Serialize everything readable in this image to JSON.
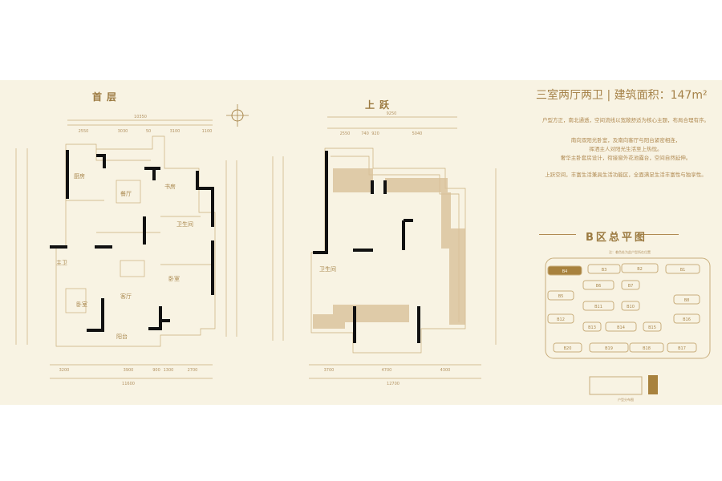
{
  "first_floor": {
    "title": "首层",
    "rooms": {
      "kitchen": "厨房",
      "dining": "餐厅",
      "study": "书房",
      "bath": "卫生间",
      "master_bath": "主卫",
      "living": "客厅",
      "bedroom": "卧室",
      "balcony": "阳台"
    },
    "dims_top": {
      "total": "10350",
      "parts": [
        "2550",
        "3030",
        "50",
        "3100",
        "1100"
      ]
    },
    "dims_bottom": {
      "total": "11600",
      "parts": [
        "3200",
        "3900",
        "900",
        "1300",
        "2700"
      ]
    }
  },
  "upper_floor": {
    "title": "上跃",
    "rooms": {
      "bath": "卫生间"
    },
    "dims_top": {
      "total": "9250",
      "parts": [
        "2550",
        "740",
        "920",
        "5040"
      ]
    },
    "dims_bottom": {
      "total": "12700",
      "parts": [
        "3700",
        "4700",
        "4300"
      ]
    }
  },
  "info": {
    "headline": "三室两厅两卫 | 建筑面积：147m²",
    "descriptions": [
      "户型方正，南北通透，空间流线以宽敞舒适为核心主题，布局合理有序。",
      "南向双阳光卧室，及南向客厅与阳台紧密相连，",
      "挥洒主人对阳光生活至上热忱。",
      "奢华主卧套房设计，衔接窗外花池露台，空间自然延伸。",
      "上跃空间，丰富生活兼具生活功能区，全面满足生活丰富性与独享性。"
    ]
  },
  "site_plan": {
    "title": "B区总平图",
    "note": "注：着色处为此户型所在位置",
    "caption": "户型分布图",
    "buildings": [
      "B4",
      "B3",
      "B2",
      "B1",
      "B6",
      "B7",
      "B5",
      "B8",
      "B11",
      "B10",
      "B12",
      "B16",
      "B13",
      "B14",
      "B15",
      "B20",
      "B19",
      "B18",
      "B17"
    ]
  },
  "colors": {
    "panel": "#f8f3e3",
    "gold": "#a9874d",
    "wall": "#111111",
    "highlight": "#a8823e"
  }
}
